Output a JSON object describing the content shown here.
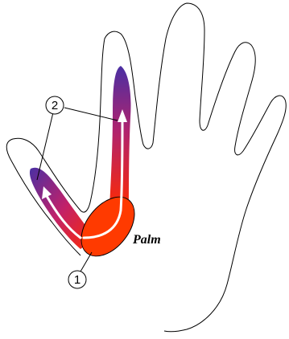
{
  "labels": {
    "palm": "Palm",
    "callout_1": "1",
    "callout_2": "2"
  },
  "colors": {
    "outline": "#000000",
    "gradient_top": "#4a2fa3",
    "gradient_mid": "#d21f63",
    "gradient_bottom": "#ff2a00",
    "palm_oval": "#ff3a00",
    "arrow": "#ffffff"
  }
}
